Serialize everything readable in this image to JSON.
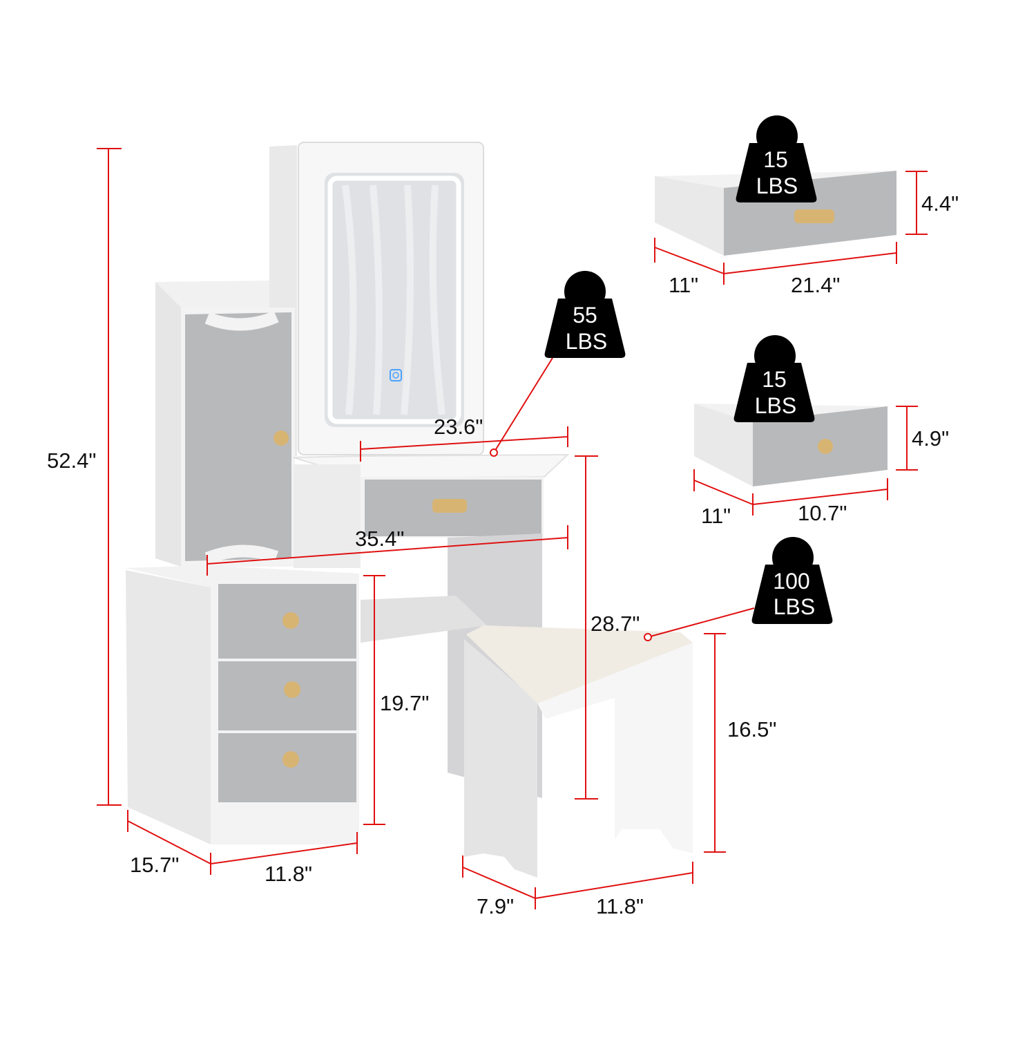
{
  "colors": {
    "dimension_line": "#e01010",
    "furniture_white": "#f4f4f4",
    "panel_gray": "#b8b9bb",
    "knob_wood": "#d8b473",
    "weight_badge": "#000000",
    "led_ring": "#ffffff",
    "touch_sensor": "#4aa3ff"
  },
  "dimensions": {
    "overall_height": "52.4\"",
    "mirror_width": "23.6\"",
    "total_width": "35.4\"",
    "table_height": "28.7\"",
    "cabinet_height": "19.7\"",
    "base_depth": "15.7\"",
    "base_width": "11.8\"",
    "stool_height": "16.5\"",
    "stool_depth": "7.9\"",
    "stool_width": "11.8\"",
    "large_drawer_height": "4.4\"",
    "large_drawer_depth": "11\"",
    "large_drawer_width": "21.4\"",
    "small_drawer_height": "4.9\"",
    "small_drawer_depth": "11\"",
    "small_drawer_width": "10.7\""
  },
  "weights": {
    "tabletop": {
      "value": "55",
      "unit": "LBS"
    },
    "large_drawer": {
      "value": "15",
      "unit": "LBS"
    },
    "small_drawer": {
      "value": "15",
      "unit": "LBS"
    },
    "stool": {
      "value": "100",
      "unit": "LBS"
    }
  },
  "icons": {
    "weight": "kettlebell-weight-icon",
    "touch": "touch-sensor-icon"
  }
}
